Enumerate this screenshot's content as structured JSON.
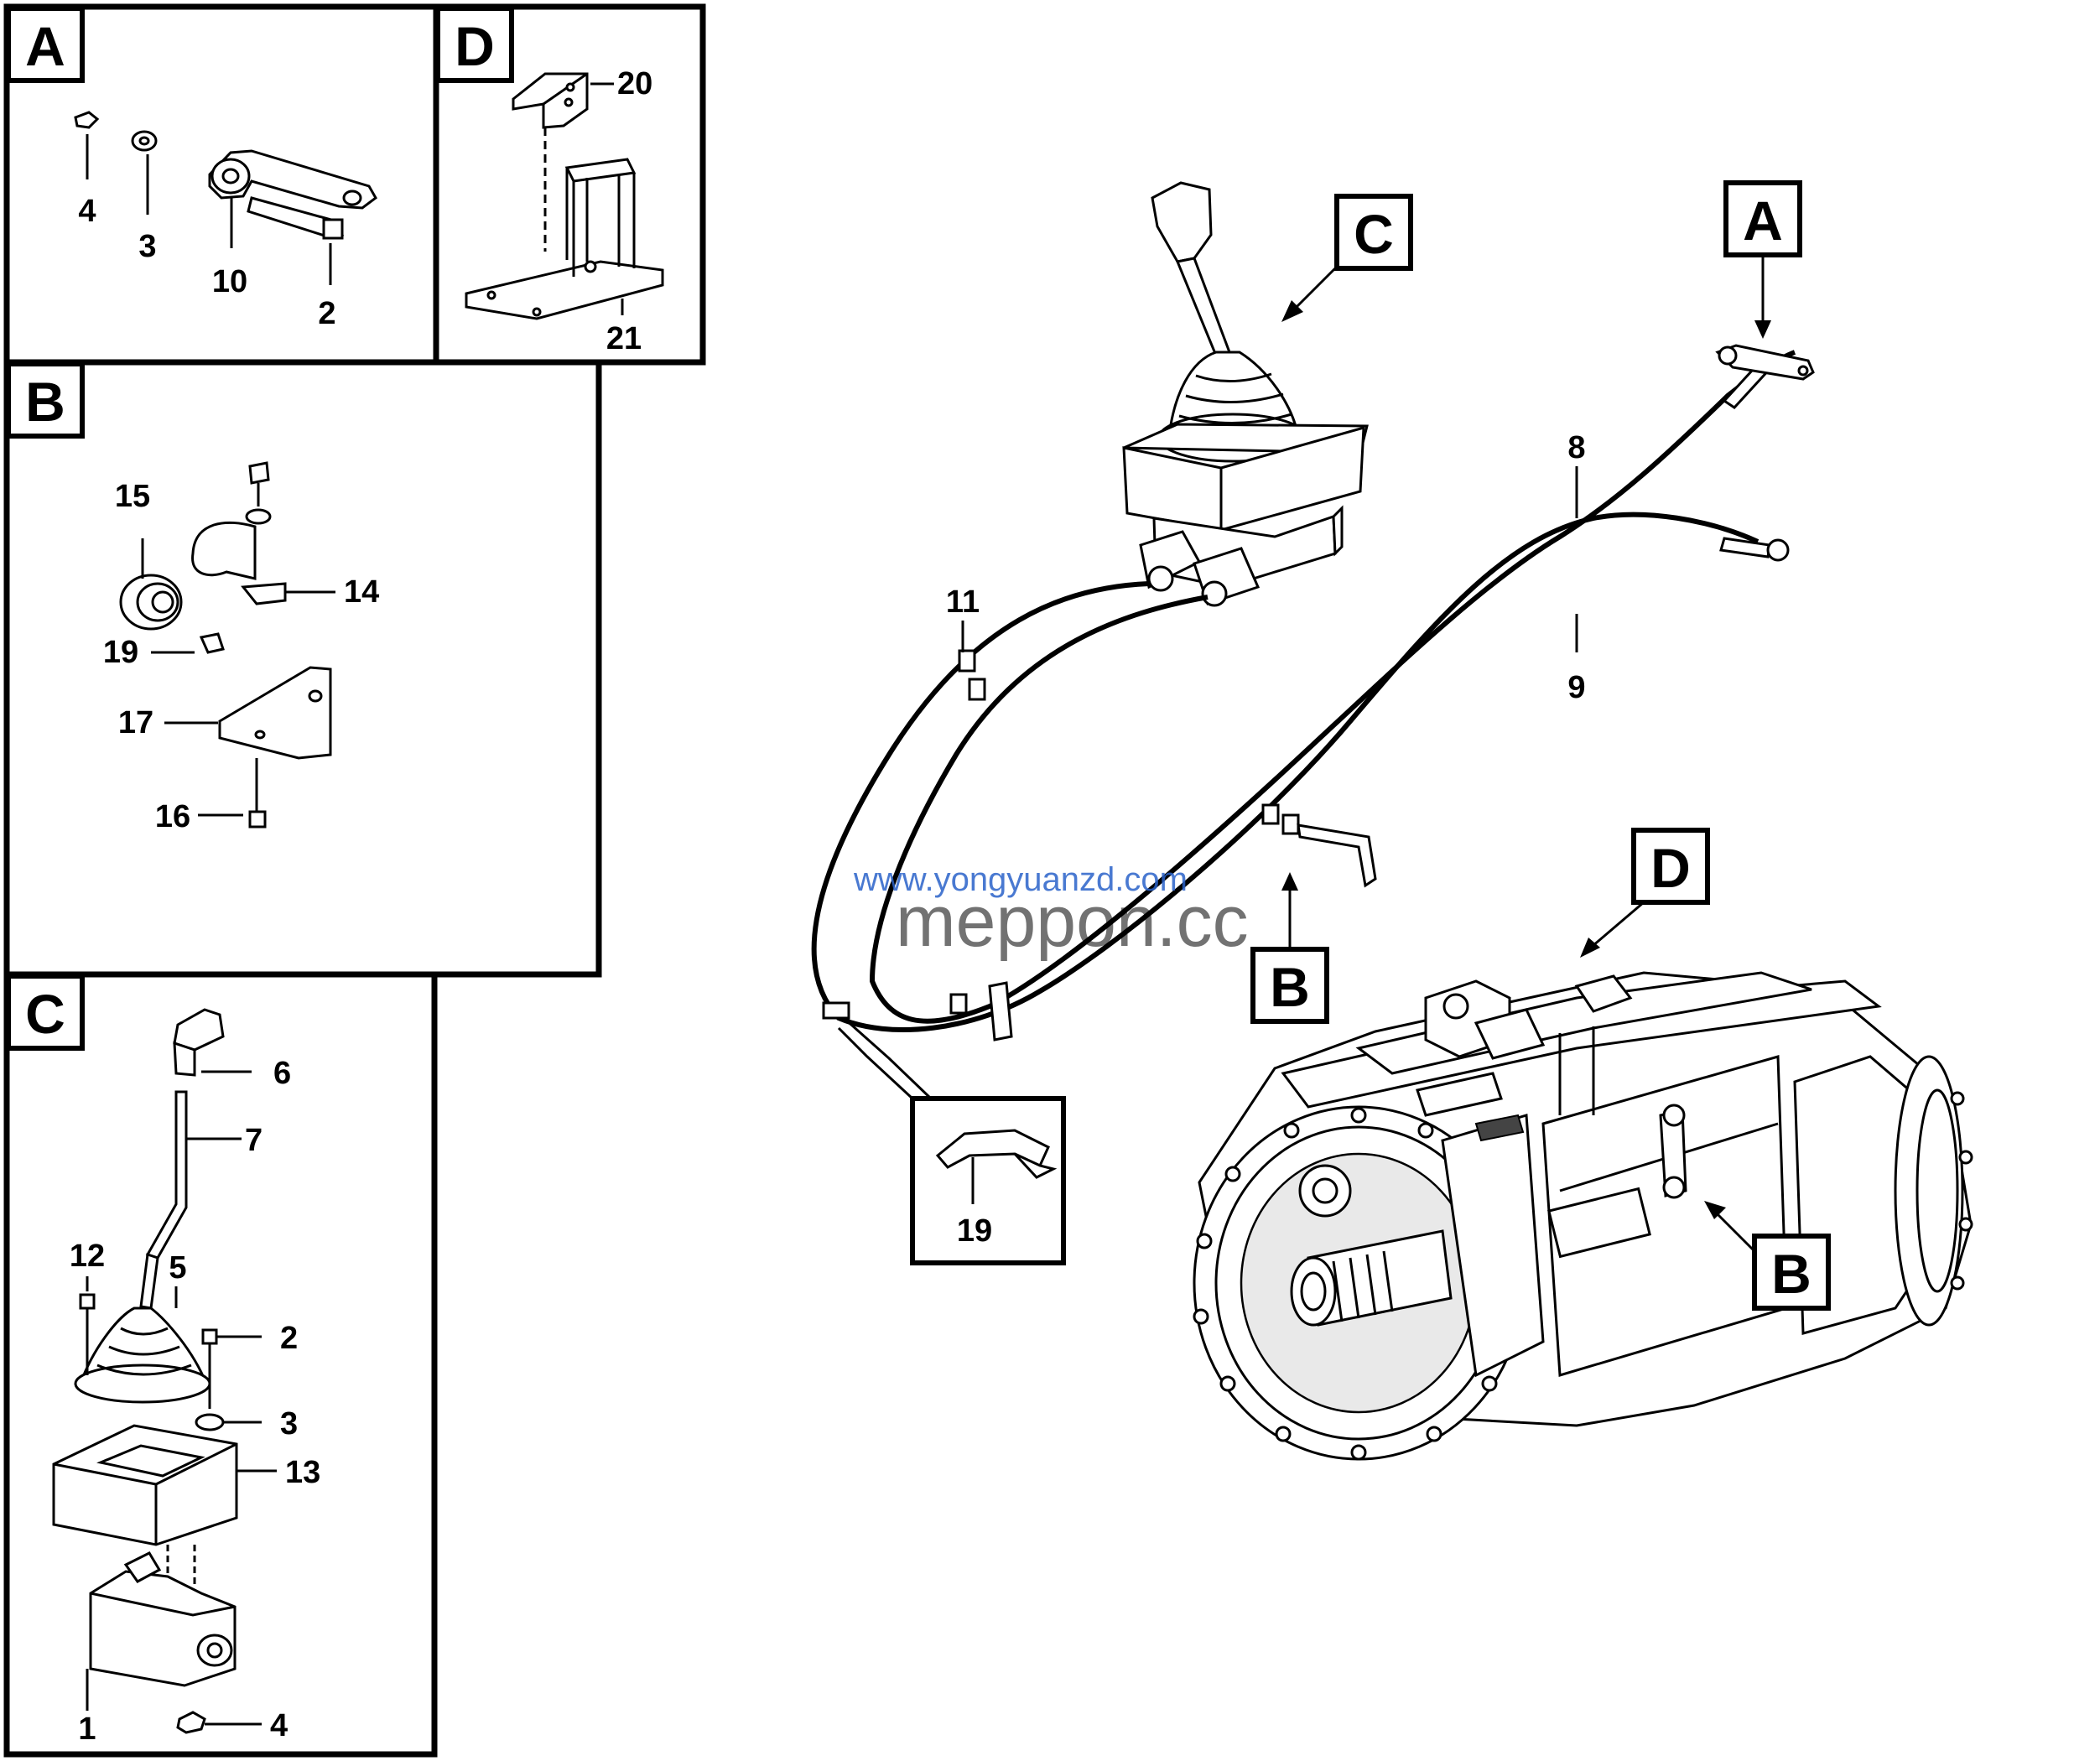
{
  "watermarks": {
    "url": "www.yongyuanzd.com",
    "brand": "meppon.cc"
  },
  "panels": {
    "a": {
      "title": "A",
      "callouts": {
        "c4": "4",
        "c3": "3",
        "c10": "10",
        "c2": "2"
      }
    },
    "d": {
      "title": "D",
      "callouts": {
        "c20": "20",
        "c21": "21"
      }
    },
    "b": {
      "title": "B",
      "callouts": {
        "c15": "15",
        "c14": "14",
        "c19": "19",
        "c17": "17",
        "c16": "16"
      }
    },
    "c": {
      "title": "C",
      "callouts": {
        "c6": "6",
        "c7": "7",
        "c12": "12",
        "c5": "5",
        "c2": "2",
        "c3": "3",
        "c13": "13",
        "c1": "1",
        "c4": "4"
      }
    }
  },
  "main": {
    "tags": {
      "c": "C",
      "a": "A",
      "b_cable": "B",
      "d": "D",
      "b_gearbox": "B"
    },
    "callouts": {
      "c8": "8",
      "c9": "9",
      "c11": "11"
    },
    "inset19": {
      "label": "19"
    }
  }
}
